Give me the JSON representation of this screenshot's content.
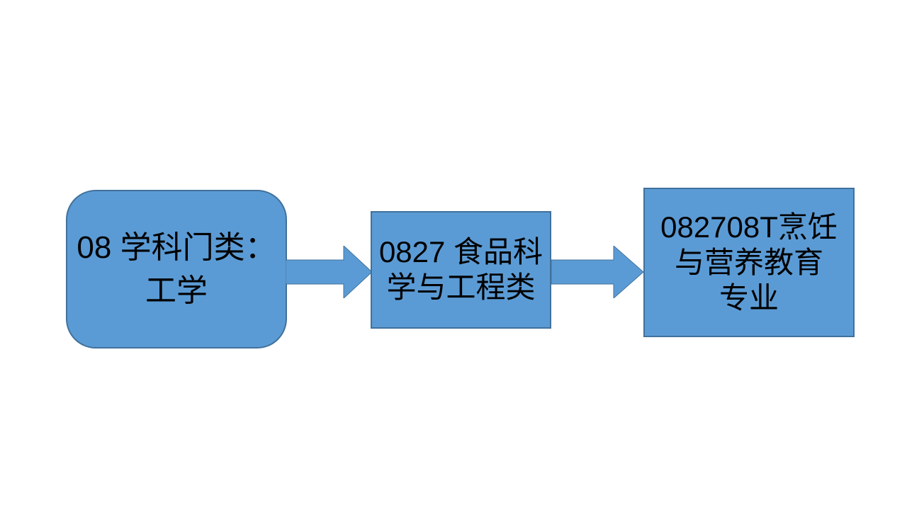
{
  "page": {
    "background_color": "#ffffff"
  },
  "diagram": {
    "type": "flowchart-horizontal",
    "style": {
      "node_fill": "#5b9bd5",
      "node_border": "#41719c",
      "text_color": "#000000"
    },
    "nodes": [
      {
        "id": "level-1",
        "shape": "rounded-rectangle",
        "text": "08 学科门类：工学",
        "lines": [
          "08 学科门类：",
          "工学"
        ]
      },
      {
        "id": "level-2",
        "shape": "rectangle",
        "text": "0827 食品科学与工程类",
        "lines": [
          "0827 食品科",
          "学与工程类"
        ]
      },
      {
        "id": "level-3",
        "shape": "rectangle",
        "text": "082708T烹饪与营养教育专业",
        "lines": [
          "082708T烹饪",
          "与营养教育",
          "专业"
        ]
      }
    ],
    "connectors": [
      {
        "from": "level-1",
        "to": "level-2",
        "type": "block-arrow-right"
      },
      {
        "from": "level-2",
        "to": "level-3",
        "type": "block-arrow-right"
      }
    ]
  }
}
